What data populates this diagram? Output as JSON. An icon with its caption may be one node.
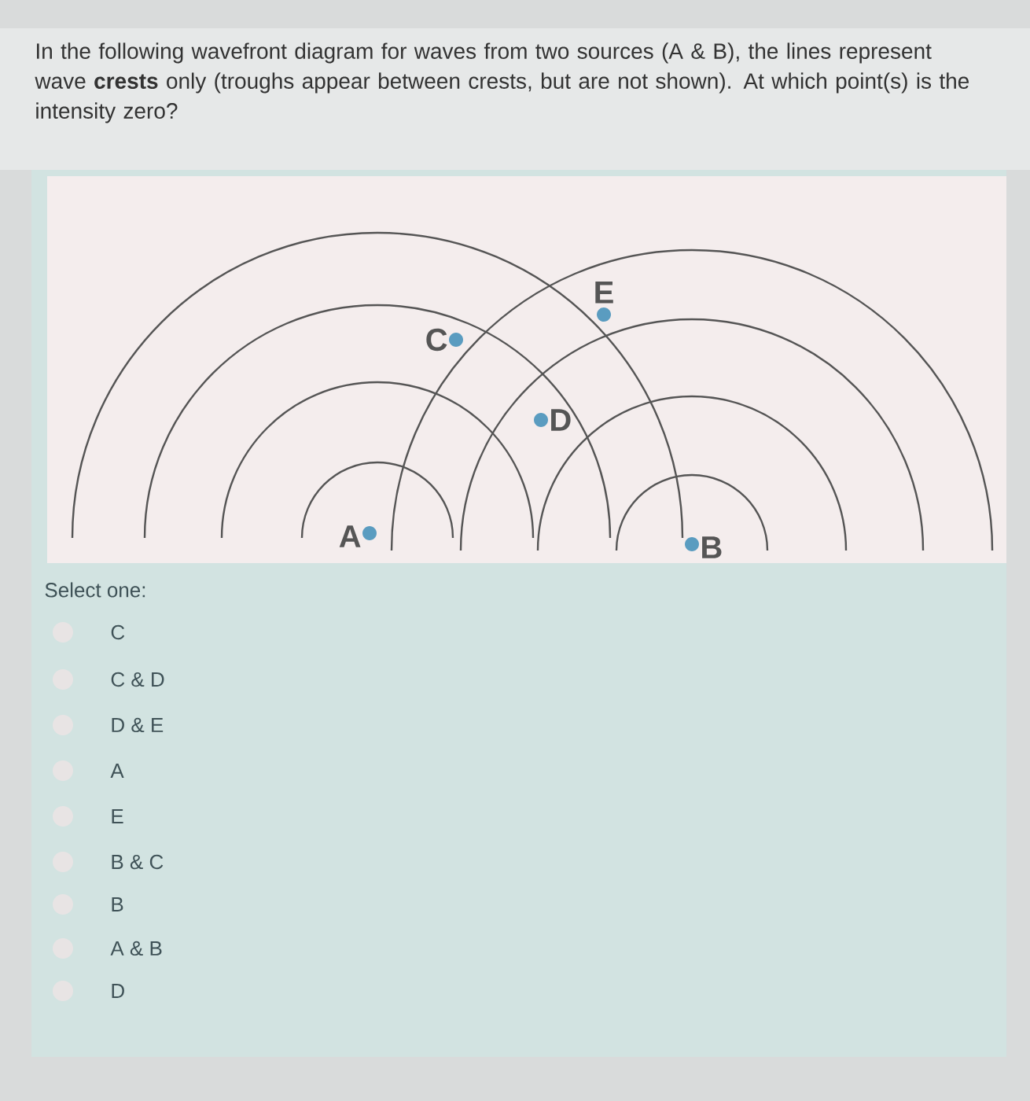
{
  "diagram": {
    "title": "In the following wavefront diagram for waves from two sources (A & B), the lines represent wave **crests** only (troughs appear between crests, but are not shown). At which point(s) is the intensity zero?",
    "labels": [
      "E",
      "C",
      "D",
      "A",
      "B",
      "Select one:",
      "C",
      "C & D",
      "D & E",
      "A",
      "E",
      "B & C",
      "B",
      "A & B",
      "D"
    ]
  }
}
